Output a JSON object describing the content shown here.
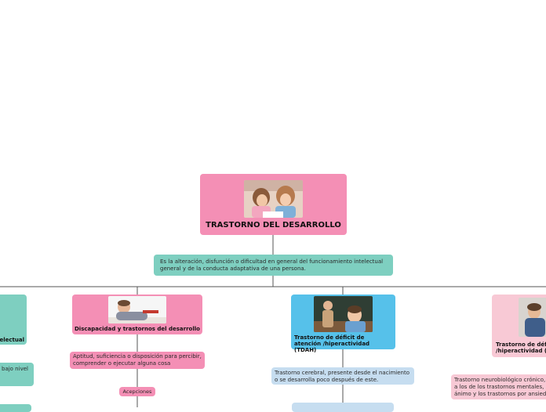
{
  "root": {
    "title": "TRASTORNO DEL DESARROLLO",
    "photo_icon": "children-studying-photo"
  },
  "definition": {
    "text": "Es la alteración, disfunción o dificultad en general del funcionamiento intelectual general y de la conducta adaptativa de una persona."
  },
  "left_edge": {
    "label_partial": "electual",
    "text_partial": "bajo nivel"
  },
  "branch_discapacidad": {
    "title": "Discapacidad y trastornos del desarrollo",
    "photo_icon": "tired-man-photo",
    "desc": "Aptitud, suficiencia o disposición para percibir, comprender o ejecutar alguna cosa",
    "tag": "Acepciones"
  },
  "branch_tdah": {
    "title": "Trastorno de déficit de atención /hiperactividad (TDAH)",
    "photo_icon": "bored-boy-classroom-photo",
    "desc": "Trastorno cerebral, presente desde el nacimiento o se desarrolla poco después de este."
  },
  "branch_right": {
    "title_line1": "Trastorno de déf",
    "title_line2": "/hiperactividad (",
    "photo_icon": "person-at-desk-photo",
    "desc_line1": "Trastorno neurobiológico crónico,",
    "desc_line2": "a los de los trastornos mentales,",
    "desc_line3": "ánimo y los trastornos por ansied"
  },
  "colors": {
    "pink": "#f48fb5",
    "teal": "#7ecfc0",
    "blue": "#56c1ea",
    "light_blue": "#c6ddf0",
    "light_pink": "#f8c9d5",
    "line": "#555555"
  }
}
